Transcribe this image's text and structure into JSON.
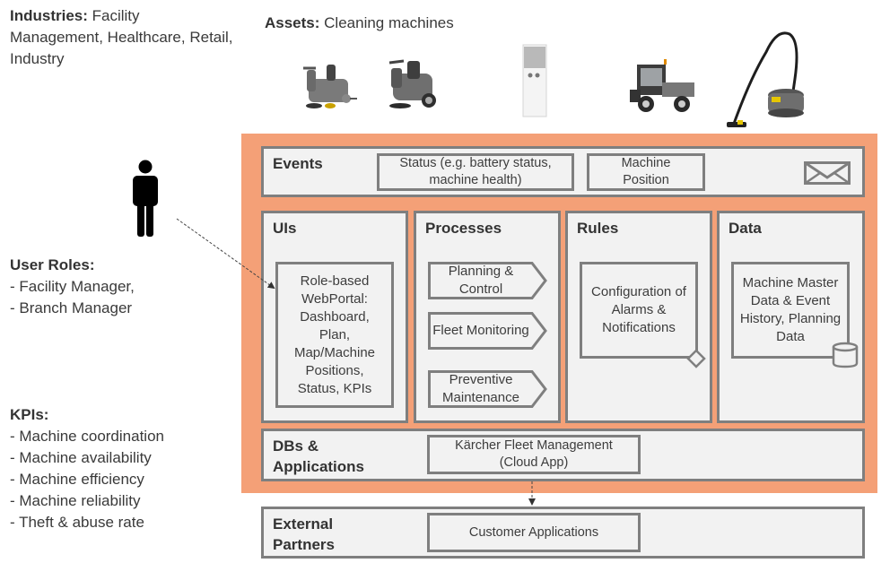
{
  "industries": {
    "label": "Industries:",
    "text": " Facility Management,  Healthcare, Retail, Industry"
  },
  "assets": {
    "label": "Assets:",
    "text": " Cleaning machines",
    "machines": [
      {
        "name": "ride-on scrubber drier"
      },
      {
        "name": "ride-on sweeper"
      },
      {
        "name": "water dispenser"
      },
      {
        "name": "municipal utility vehicle"
      },
      {
        "name": "dry vacuum cleaner"
      }
    ]
  },
  "user_roles": {
    "label": "User Roles:",
    "items": [
      "- Facility Manager,",
      "- Branch Manager"
    ]
  },
  "kpis": {
    "label": "KPIs:",
    "items": [
      "- Machine coordination",
      "- Machine availability",
      "- Machine efficiency",
      "- Machine reliability",
      "- Theft & abuse rate"
    ]
  },
  "colors": {
    "platform": "#f4a077",
    "panel_bg": "#f2f2f2",
    "border": "#7f7f7f"
  },
  "events": {
    "title": "Events",
    "status": "Status (e.g. battery status, machine health)",
    "position_line1": "Machine",
    "position_line2": "Position",
    "icon": "envelope-icon"
  },
  "uis": {
    "title": "UIs",
    "portal": "Role-based WebPortal: Dashboard, Plan, Map/Machine Positions, Status, KPIs"
  },
  "processes": {
    "title": "Processes",
    "items": [
      "Planning & Control",
      "Fleet Monitoring",
      "Preventive Maintenance"
    ]
  },
  "rules": {
    "title": "Rules",
    "text": "Configuration of Alarms & Notifications",
    "icon": "diamond-icon"
  },
  "data": {
    "title": "Data",
    "text": "Machine Master Data & Event History, Planning Data",
    "icon": "database-icon"
  },
  "dbs": {
    "title_line1": "DBs &",
    "title_line2": "Applications",
    "app": "Kärcher Fleet Management (Cloud App)"
  },
  "external": {
    "title_line1": "External",
    "title_line2": "Partners",
    "app": "Customer Applications"
  }
}
